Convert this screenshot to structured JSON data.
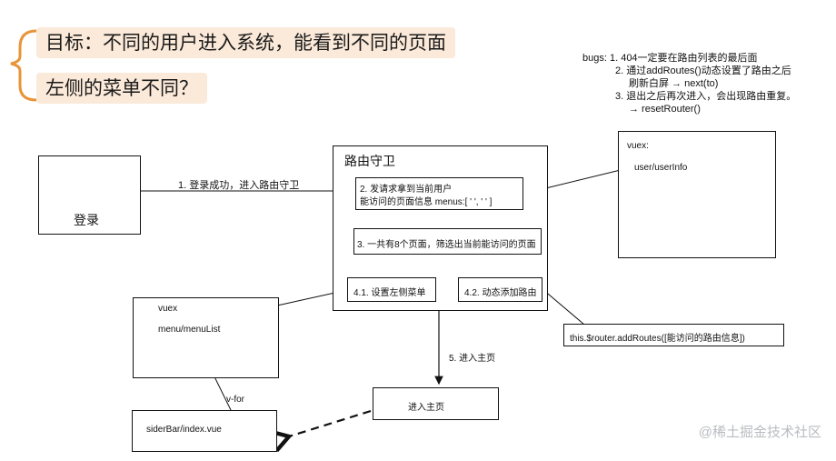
{
  "title": {
    "line1": "目标：不同的用户进入系统，能看到不同的页面",
    "line2": "左侧的菜单不同？"
  },
  "bugs": {
    "lines": [
      "bugs: 1. 404一定要在路由列表的最后面",
      "2. 通过addRoutes()动态设置了路由之后",
      "刷新白屏 → next(to)",
      "3. 退出之后再次进入，会出现路由重复。",
      "→ resetRouter()"
    ]
  },
  "nodes": {
    "login": "登录",
    "guard_title": "路由守卫",
    "step2_line1": "2. 发请求拿到当前用户",
    "step2_line2": "能访问的页面信息  menus:[ '  ',    '  ' ]",
    "step3": "3. 一共有8个页面，筛选出当前能访问的页面",
    "step41": "4.1. 设置左侧菜单",
    "step42": "4.2. 动态添加路由",
    "vuex_top_title": "vuex:",
    "vuex_top_item": "user/userInfo",
    "vuex_left_title": "vuex",
    "vuex_left_item": "menu/menuList",
    "router_call": "this.$router.addRoutes([能访问的路由信息])",
    "home": "进入主页",
    "sidebar_file": "siderBar/index.vue"
  },
  "edges": {
    "login_to_guard": "1. 登录成功，进入路由守卫",
    "to_home": "5. 进入主页",
    "vfor": "v-for"
  },
  "watermark": "@稀土掘金技术社区",
  "colors": {
    "banner_bg": "#fbe9d9",
    "bracket": "#e8943a",
    "line": "#111111"
  }
}
